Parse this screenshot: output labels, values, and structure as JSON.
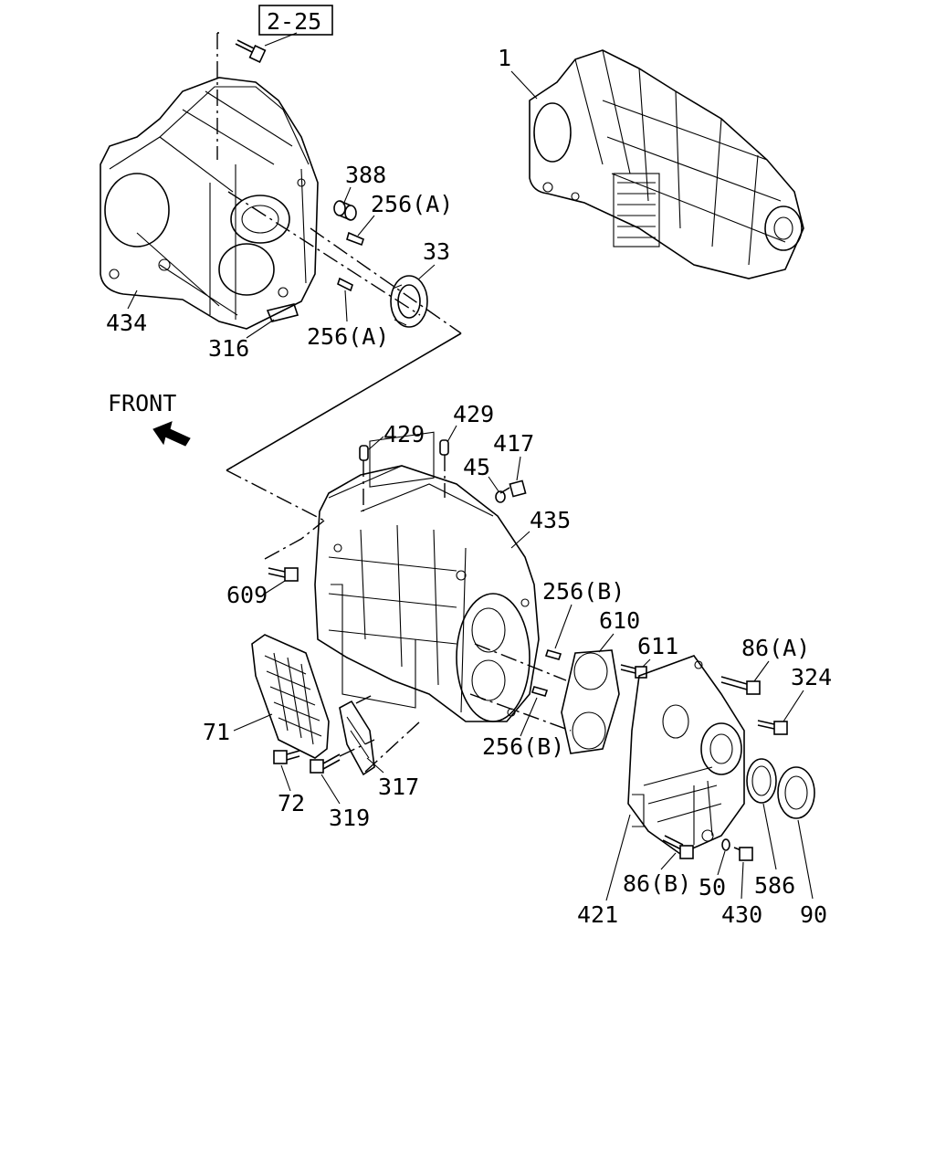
{
  "reference_box": "2-25",
  "front_label": "FRONT",
  "callouts": {
    "c1": "1",
    "c388": "388",
    "c256a_top": "256(A)",
    "c33": "33",
    "c434": "434",
    "c316": "316",
    "c256a_bottom": "256(A)",
    "c429_left": "429",
    "c429_right": "429",
    "c417": "417",
    "c45": "45",
    "c435": "435",
    "c609": "609",
    "c256b_top": "256(B)",
    "c610": "610",
    "c611": "611",
    "c86a": "86(A)",
    "c324": "324",
    "c71": "71",
    "c256b_bottom": "256(B)",
    "c317": "317",
    "c72": "72",
    "c319": "319",
    "c421": "421",
    "c86b": "86(B)",
    "c50": "50",
    "c586": "586",
    "c430": "430",
    "c90": "90"
  }
}
